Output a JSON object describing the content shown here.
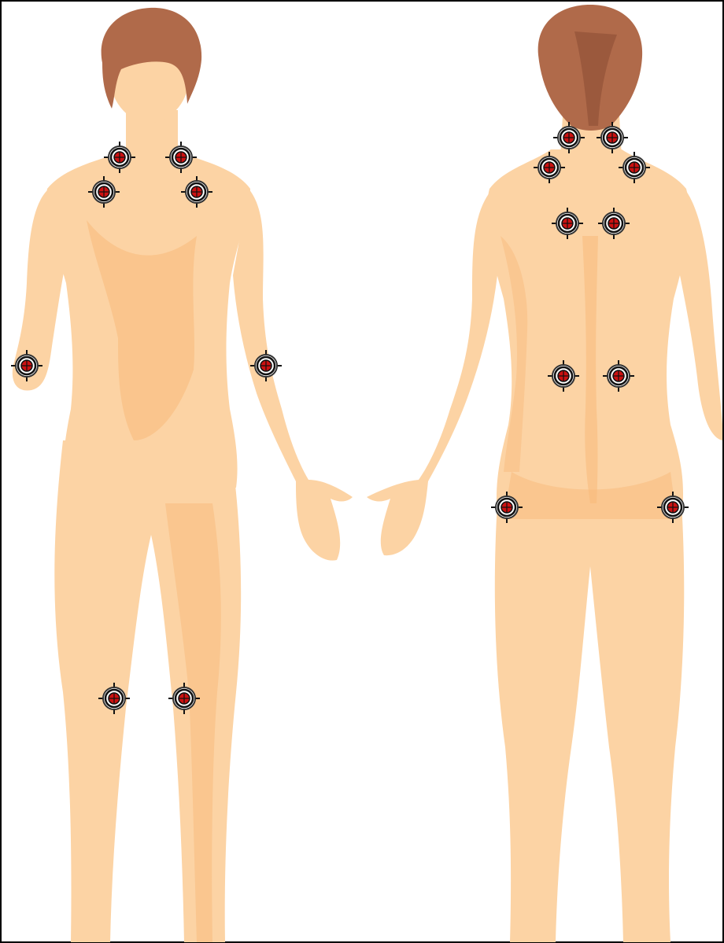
{
  "diagram": {
    "views": [
      {
        "id": "front",
        "name": "front-view"
      },
      {
        "id": "back",
        "name": "back-view"
      }
    ],
    "colors": {
      "skin": "#fcd3a4",
      "skin_light": "#fde4c6",
      "skin_shade": "#f8b97a",
      "hair": "#b06a4a",
      "hair_dark": "#8e4e36",
      "frame": "#000000",
      "marker_ring": "#111111",
      "marker_dot": "#cc1111"
    },
    "marker_icon": "crosshair-target-icon",
    "marker_counts": {
      "front": 8,
      "back": 10
    }
  }
}
